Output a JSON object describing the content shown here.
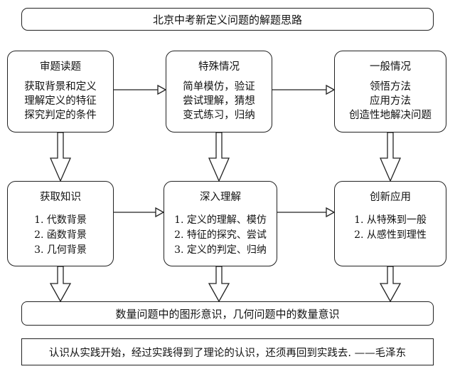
{
  "title": "北京中考新定义问题的解题思路",
  "row1": [
    {
      "head": "审题读题",
      "lines": [
        "获取背景和定义",
        "理解定义的特征",
        "探究判定的条件"
      ]
    },
    {
      "head": "特殊情况",
      "lines": [
        "简单模仿，验证",
        "尝试理解，猜想",
        "变式练习，归纳"
      ]
    },
    {
      "head": "一般情况",
      "lines": [
        "领悟方法",
        "应用方法",
        "创造性地解决问题"
      ]
    }
  ],
  "row2": [
    {
      "head": "获取知识",
      "lines": [
        "1. 代数背景",
        "2. 函数背景",
        "3. 几何背景"
      ]
    },
    {
      "head": "深入理解",
      "lines": [
        "1. 定义的理解、模仿",
        "2. 特征的探究、尝试",
        "3. 定义的判定、归纳"
      ]
    },
    {
      "head": "创新应用",
      "lines": [
        "1. 从特殊到一般",
        "2. 从感性到理性"
      ]
    }
  ],
  "summary": "数量问题中的图形意识，几何问题中的数量意识",
  "quote": "认识从实践开始，经过实践得到了理论的认识，还须再回到实践去. ——毛泽东"
}
